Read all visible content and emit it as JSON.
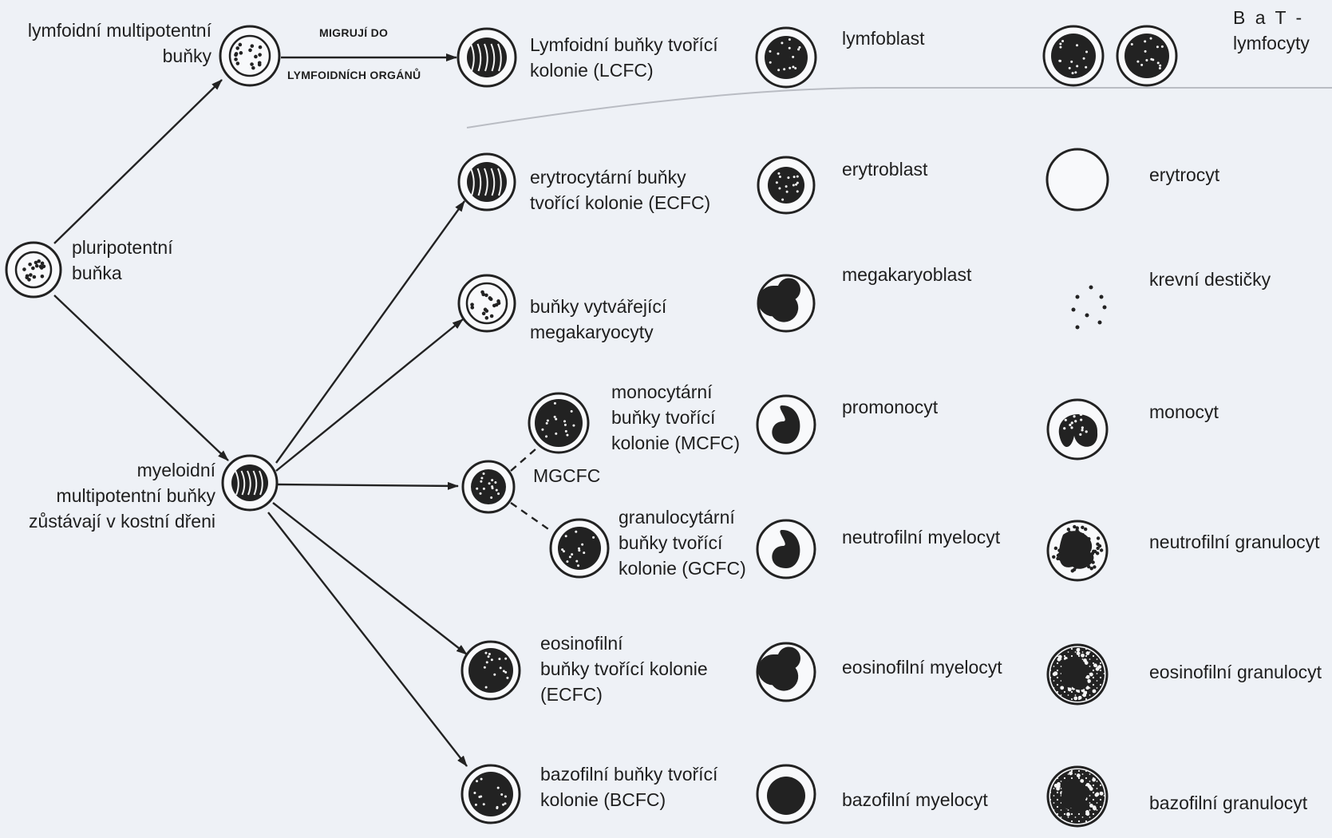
{
  "labels": {
    "lymphoid_multi": [
      "lymfoidní multipotentní",
      "buňky"
    ],
    "migrate_top": "MIGRUJÍ DO",
    "migrate_bottom": "LYMFOIDNÍCH ORGÁNŮ",
    "lcfc": [
      "Lymfoidní buňky tvořící",
      "kolonie (LCFC)"
    ],
    "lymfoblast": "lymfoblast",
    "bat": [
      "B a T -",
      "lymfocyty"
    ],
    "pluripotent": [
      "pluripotentní",
      "buňka"
    ],
    "erycfc": [
      "erytrocytární buňky",
      "tvořící kolonie (ECFC)"
    ],
    "erytroblast": "erytroblast",
    "erytrocyt": "erytrocyt",
    "megacells": [
      "buňky vytvářející",
      "megakaryocyty"
    ],
    "megakaryoblast": "megakaryoblast",
    "platelets": "krevní destičky",
    "mcfc": [
      "monocytární",
      "buňky tvořící",
      "kolonie (MCFC)"
    ],
    "mgcfc": "MGCFC",
    "promonocyt": "promonocyt",
    "monocyt": "monocyt",
    "myeloid": [
      "myeloidní",
      "multipotentní buňky",
      "zůstávají  v kostní dřeni"
    ],
    "gcfc": [
      "granulocytární",
      "buňky tvořící",
      "kolonie (GCFC)"
    ],
    "neu_myelocyt": "neutrofilní myelocyt",
    "neu_granulocyt": "neutrofilní granulocyt",
    "eocfc": [
      "eosinofilní",
      "buňky tvořící  kolonie",
      "(ECFC)"
    ],
    "eo_myelocyt": "eosinofilní myelocyt",
    "eo_granulocyt": "eosinofilní granulocyt",
    "bcfc": [
      "bazofilní buňky tvořící",
      "kolonie (BCFC)"
    ],
    "baso_myelocyt": "bazofilní  myelocyt",
    "baso_granulocyt": "bazofilní  granulocyt"
  },
  "colors": {
    "background": "#eef1f6",
    "ink": "#222222",
    "cell_fill": "#f8f9fb"
  },
  "icons": {
    "arrow": "arrow-head",
    "cell": "cell-icon"
  }
}
